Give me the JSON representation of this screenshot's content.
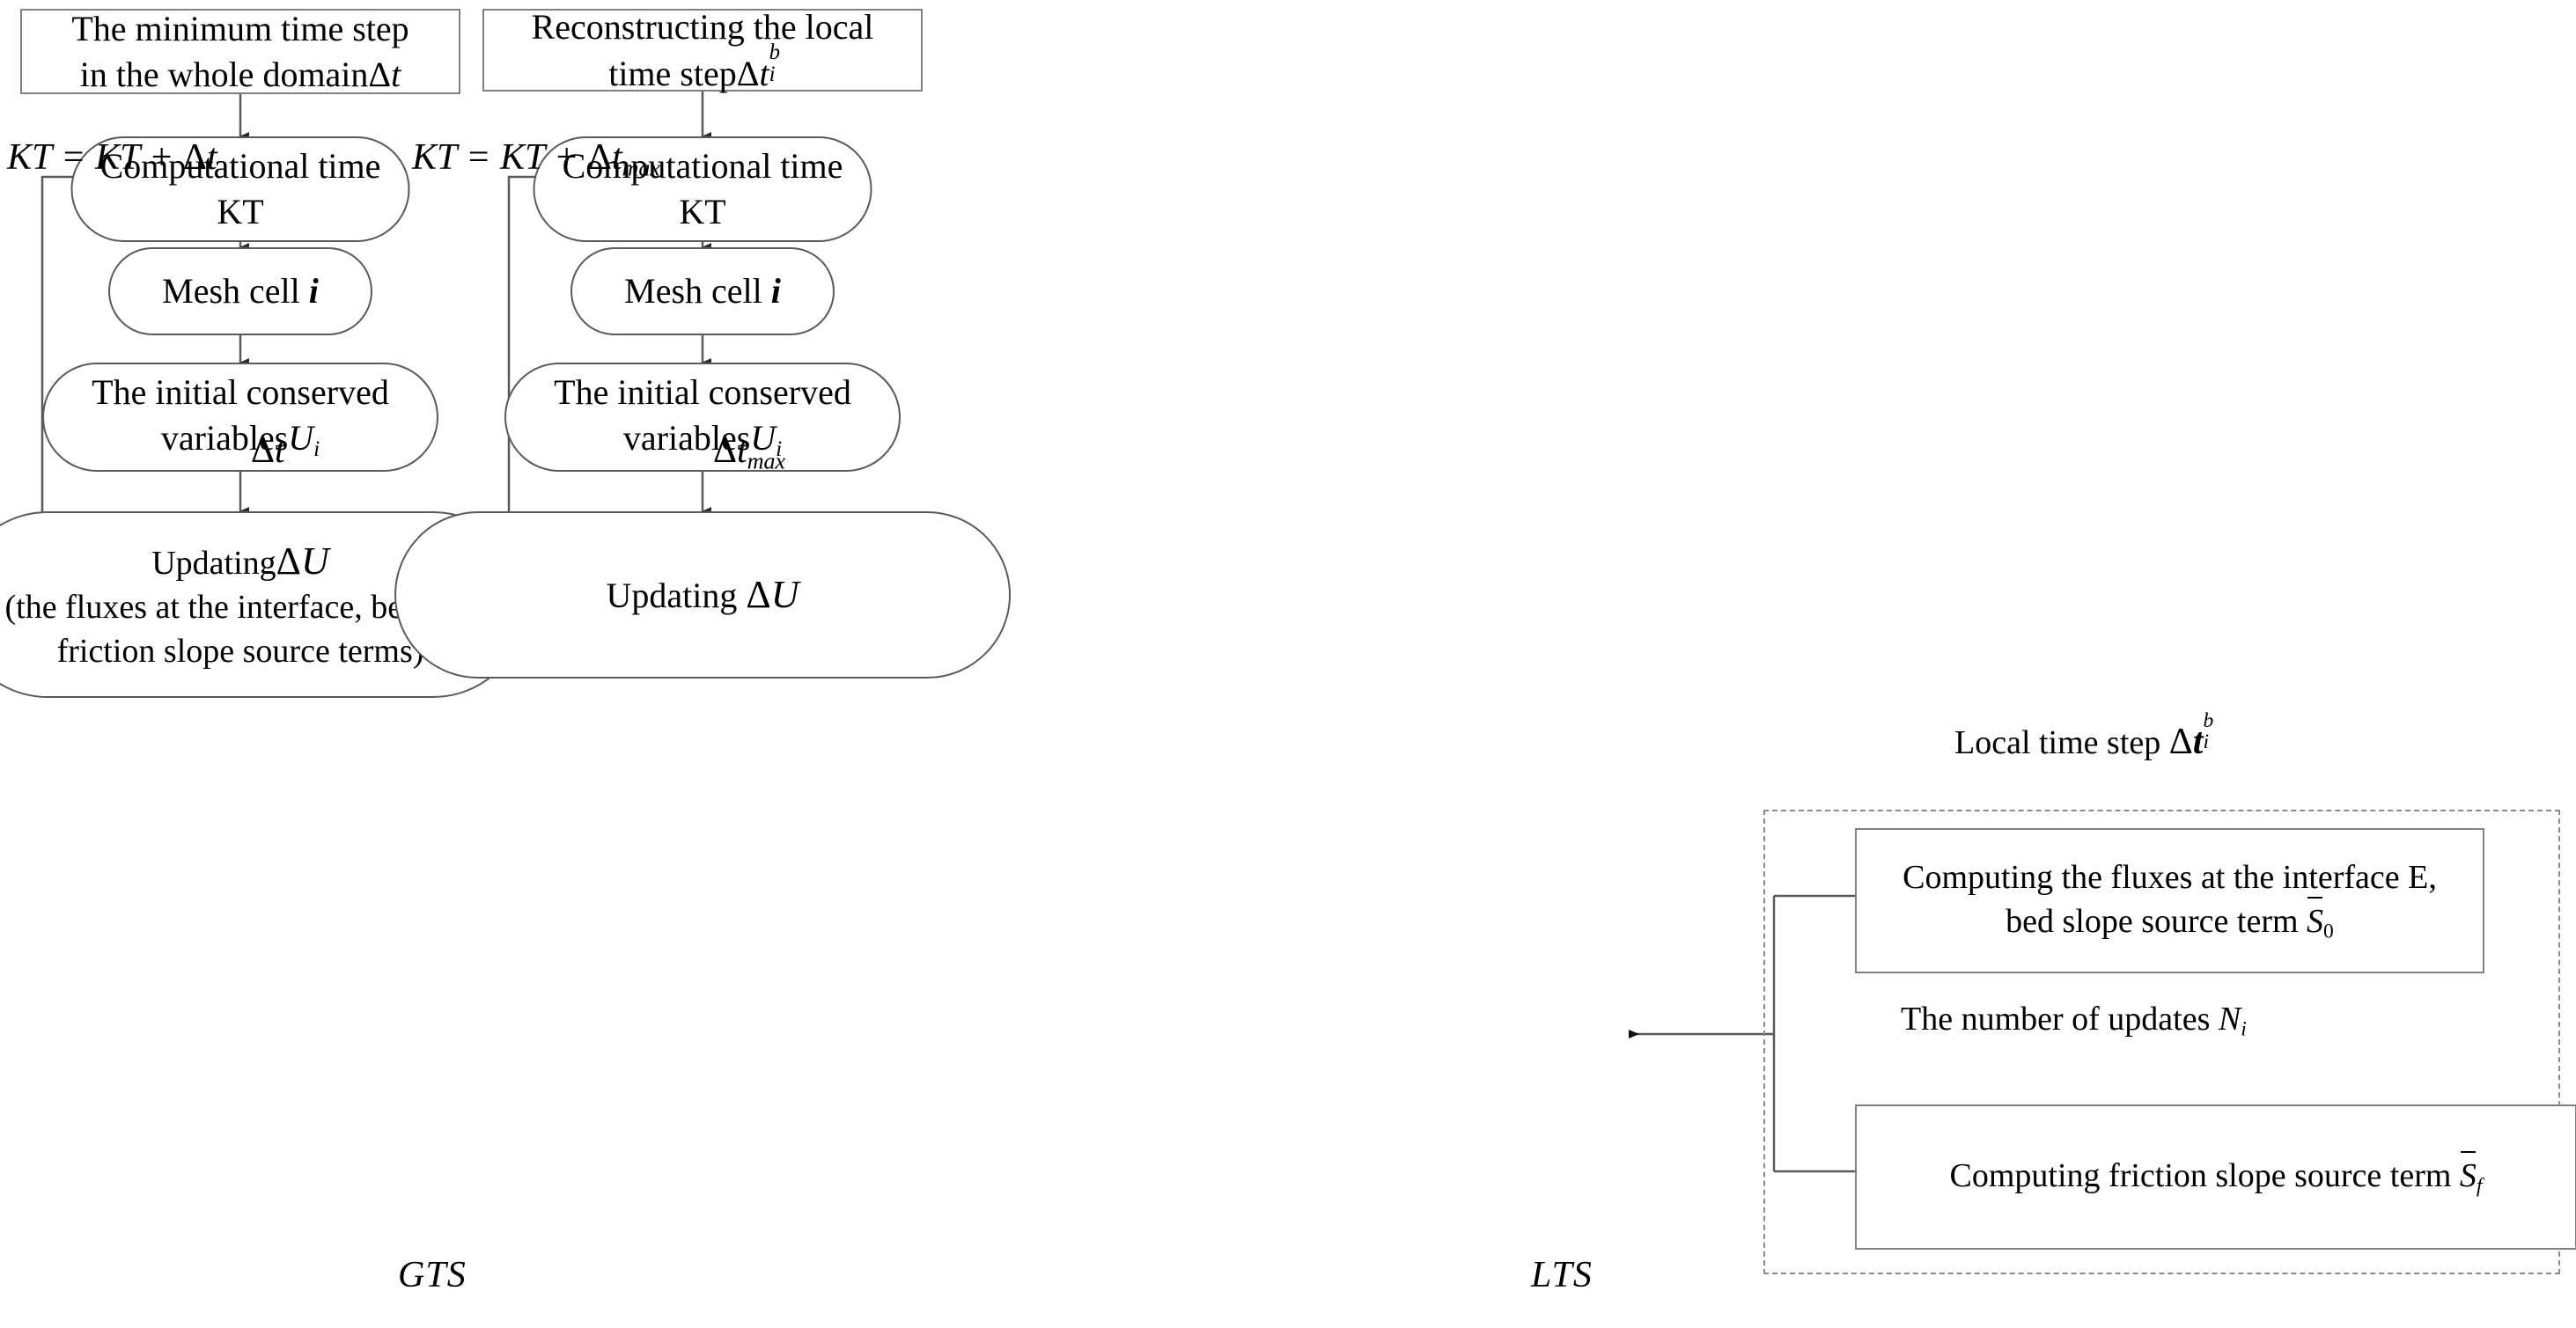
{
  "diagram": {
    "title": "GTS and LTS computational flowcharts",
    "background": "#ffffff",
    "line_color": "#5a5a5a",
    "box_border_color": "#808080",
    "dashed_border_color": "#8a8a8a"
  },
  "gts": {
    "caption": "GTS",
    "nodes": {
      "min_time_step": {
        "line1": "The minimum time step",
        "line2_prefix": "in the whole domain",
        "symbol_delta": "Δ",
        "symbol_t": "t",
        "shape": "rect"
      },
      "computational_time": {
        "line1": "Computational time",
        "line2": "KT",
        "shape": "round"
      },
      "mesh_cell": {
        "line1_prefix": "Mesh cell ",
        "symbol": "i",
        "shape": "round"
      },
      "initial_conserved": {
        "line1": "The initial conserved",
        "line2_prefix": "variables",
        "symbol_U": "U",
        "symbol_sub": "i",
        "shape": "round"
      },
      "updating_dU": {
        "line1_prefix": "Updating",
        "symbol_delta": "Δ",
        "symbol_U": "U",
        "line2": "(the fluxes at the interface, bed and",
        "line3": "friction slope source terms)",
        "shape": "round"
      }
    },
    "edge_labels": {
      "feedback": {
        "text": "KT = KT + ",
        "delta": "Δ",
        "var": "t"
      },
      "timestep_on_arrow": {
        "delta": "Δ",
        "var": "t"
      }
    }
  },
  "lts": {
    "caption": "LTS",
    "nodes": {
      "reconstruct_local_step": {
        "line1": "Reconstructing the local",
        "line2_prefix": "time step",
        "symbol_delta": "Δ",
        "symbol_t": "t",
        "symbol_sup": "b",
        "symbol_sub": "i",
        "shape": "rect"
      },
      "computational_time": {
        "line1": "Computational time",
        "line2": "KT",
        "shape": "round"
      },
      "mesh_cell": {
        "line1_prefix": "Mesh cell ",
        "symbol": "i",
        "shape": "round"
      },
      "initial_conserved": {
        "line1": "The initial conserved",
        "line2_prefix": "variables",
        "symbol_U": "U",
        "symbol_sub": "i",
        "shape": "round"
      },
      "updating_dU": {
        "line1_prefix": "Updating ",
        "symbol_delta": "Δ",
        "symbol_U": "U",
        "shape": "round"
      },
      "fluxes_bed_slope": {
        "line1": "Computing the fluxes at  the interface E,",
        "line2_prefix": "bed slope source term ",
        "symbol_S": "S",
        "symbol_sub": "0",
        "shape": "rect"
      },
      "friction_slope": {
        "line1_prefix": "Computing friction slope source term ",
        "symbol_S": "S",
        "symbol_sub": "f",
        "shape": "rect"
      }
    },
    "edge_labels": {
      "feedback": {
        "text": "KT = KT + ",
        "delta": "Δ",
        "var": "t",
        "sub": "max"
      },
      "timestep_on_arrow": {
        "delta": "Δ",
        "var": "t",
        "sub": "max"
      }
    },
    "group_label": {
      "prefix": "Local time step ",
      "delta": "Δ",
      "var": "t",
      "sup": "b",
      "sub": "i"
    },
    "updates_label": {
      "prefix": "The number of updates ",
      "symbol_N": "N",
      "symbol_sub": "i"
    }
  }
}
